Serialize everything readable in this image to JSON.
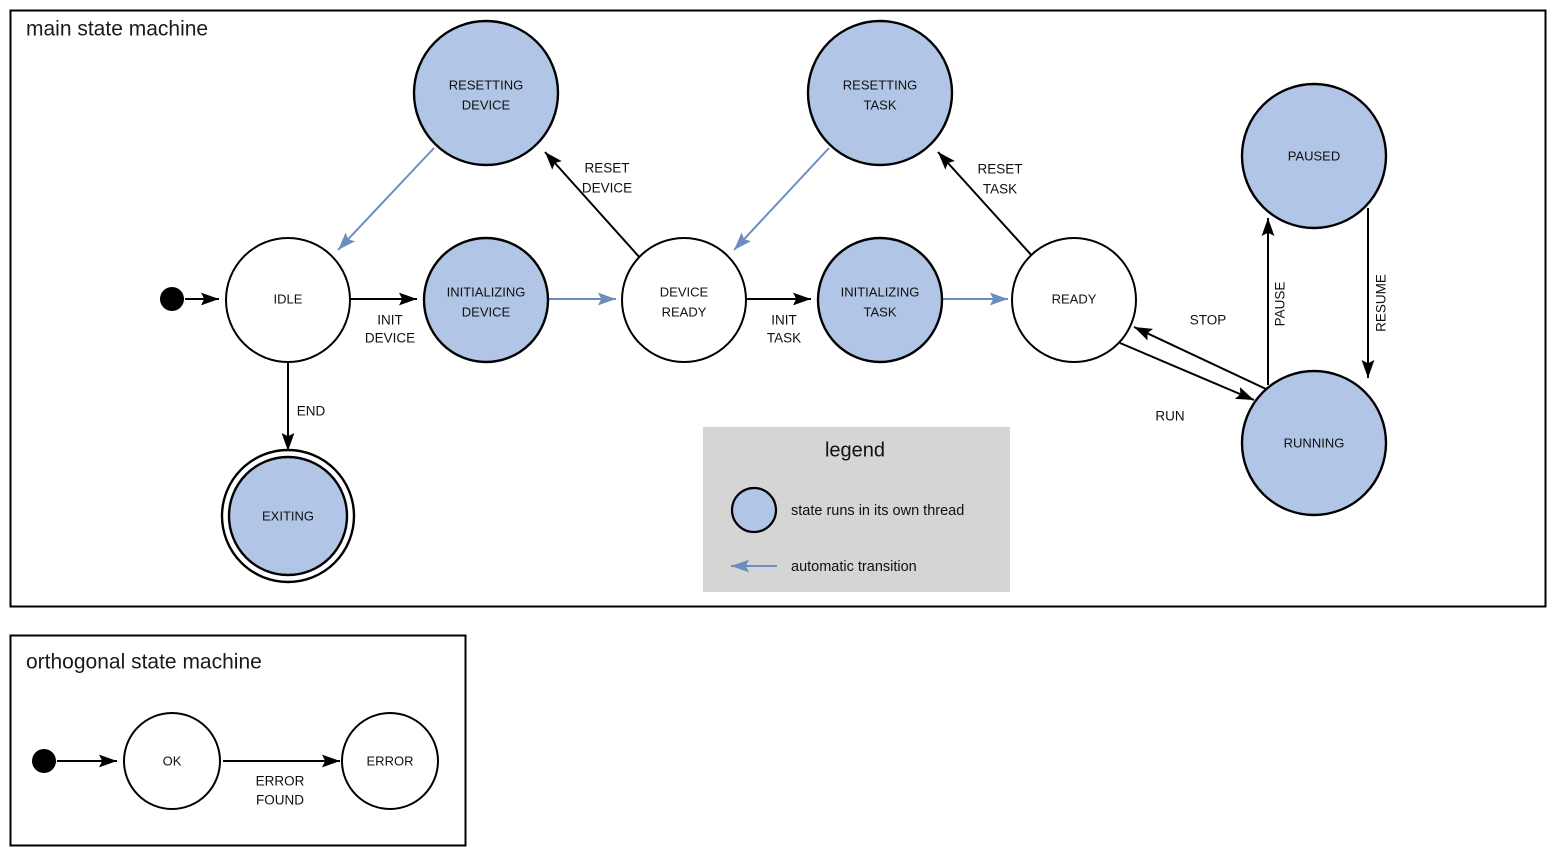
{
  "colors": {
    "thread_state_fill": "#b1c6e6",
    "plain_state_fill": "#ffffff",
    "stroke": "#000000",
    "auto_transition": "#6c8ebf",
    "legend_bg": "#d5d5d5",
    "frame_border": "#000000"
  },
  "main_frame": {
    "title": "main state machine",
    "states": [
      {
        "id": "idle",
        "label_lines": [
          "IDLE"
        ],
        "threaded": false,
        "final": false
      },
      {
        "id": "resetting-device",
        "label_lines": [
          "RESETTING",
          "DEVICE"
        ],
        "threaded": true,
        "final": false
      },
      {
        "id": "initializing-device",
        "label_lines": [
          "INITIALIZING",
          "DEVICE"
        ],
        "threaded": true,
        "final": false
      },
      {
        "id": "device-ready",
        "label_lines": [
          "DEVICE",
          "READY"
        ],
        "threaded": false,
        "final": false
      },
      {
        "id": "resetting-task",
        "label_lines": [
          "RESETTING",
          "TASK"
        ],
        "threaded": true,
        "final": false
      },
      {
        "id": "initializing-task",
        "label_lines": [
          "INITIALIZING",
          "TASK"
        ],
        "threaded": true,
        "final": false
      },
      {
        "id": "ready",
        "label_lines": [
          "READY"
        ],
        "threaded": false,
        "final": false
      },
      {
        "id": "paused",
        "label_lines": [
          "PAUSED"
        ],
        "threaded": true,
        "final": false
      },
      {
        "id": "running",
        "label_lines": [
          "RUNNING"
        ],
        "threaded": true,
        "final": false
      },
      {
        "id": "exiting",
        "label_lines": [
          "EXITING"
        ],
        "threaded": true,
        "final": true
      }
    ],
    "transitions": [
      {
        "id": "start-to-idle",
        "label_lines": [],
        "automatic": false
      },
      {
        "id": "idle-to-init-device",
        "label_lines": [
          "INIT",
          "DEVICE"
        ],
        "automatic": false
      },
      {
        "id": "idle-to-exiting",
        "label_lines": [
          "END"
        ],
        "automatic": false
      },
      {
        "id": "init-device-to-ready",
        "label_lines": [],
        "automatic": true
      },
      {
        "id": "device-ready-to-reset",
        "label_lines": [
          "RESET",
          "DEVICE"
        ],
        "automatic": false
      },
      {
        "id": "resetting-device-to-idle",
        "label_lines": [],
        "automatic": true
      },
      {
        "id": "device-ready-to-init-task",
        "label_lines": [
          "INIT",
          "TASK"
        ],
        "automatic": false
      },
      {
        "id": "init-task-to-ready",
        "label_lines": [],
        "automatic": true
      },
      {
        "id": "ready-to-reset-task",
        "label_lines": [
          "RESET",
          "TASK"
        ],
        "automatic": false
      },
      {
        "id": "resetting-task-to-device-ready",
        "label_lines": [],
        "automatic": true
      },
      {
        "id": "ready-to-running",
        "label_lines": [
          "RUN"
        ],
        "automatic": false
      },
      {
        "id": "running-to-ready",
        "label_lines": [
          "STOP"
        ],
        "automatic": false
      },
      {
        "id": "running-to-paused",
        "label_lines": [
          "PAUSE"
        ],
        "automatic": false
      },
      {
        "id": "paused-to-running",
        "label_lines": [
          "RESUME"
        ],
        "automatic": false
      }
    ]
  },
  "legend": {
    "title": "legend",
    "items": [
      {
        "id": "thread-state",
        "symbol": "filled-circle",
        "text": "state runs in its own thread"
      },
      {
        "id": "auto-arrow",
        "symbol": "blue-arrow",
        "text": "automatic transition"
      }
    ]
  },
  "orthogonal_frame": {
    "title": "orthogonal state machine",
    "states": [
      {
        "id": "ok",
        "label_lines": [
          "OK"
        ]
      },
      {
        "id": "error",
        "label_lines": [
          "ERROR"
        ]
      }
    ],
    "transitions": [
      {
        "id": "start-to-ok",
        "label_lines": []
      },
      {
        "id": "ok-to-error",
        "label_lines": [
          "ERROR",
          "FOUND"
        ]
      }
    ]
  }
}
